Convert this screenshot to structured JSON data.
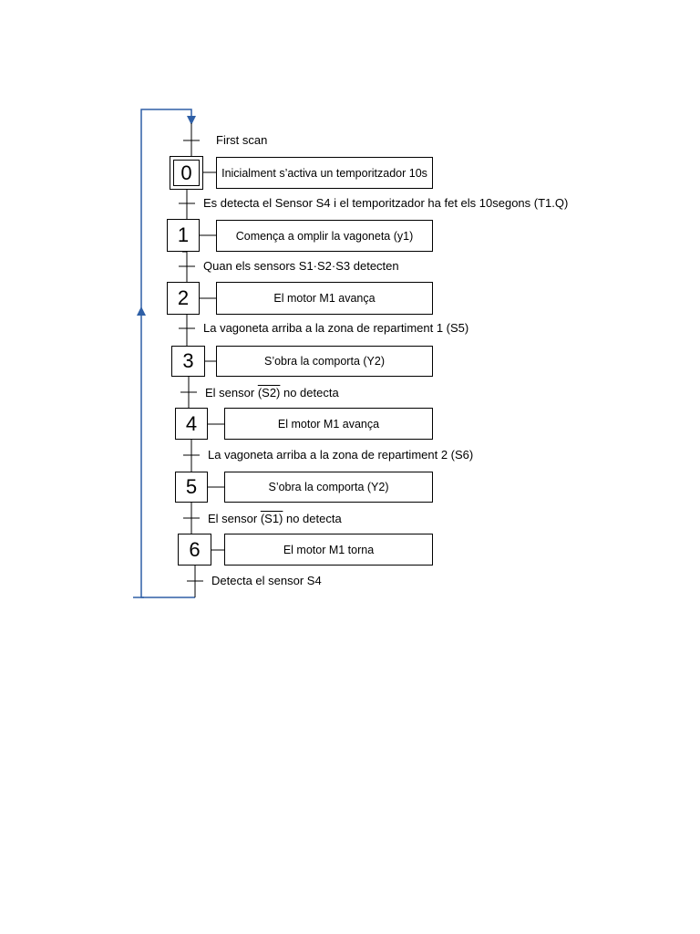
{
  "colors": {
    "loop_line": "#2e5fa6",
    "stroke": "#000000"
  },
  "transitions": {
    "t0": "First scan",
    "t1": "Es detecta el Sensor S4 i el temporitzador ha fet els 10segons (T1.Q)",
    "t2": "Quan els sensors S1·S2·S3 detecten",
    "t3": "La vagoneta arriba a la zona de repartiment 1 (S5)",
    "t4": {
      "prefix": "El sensor ",
      "signal": "(S2)",
      "suffix": " no detecta"
    },
    "t5": "La vagoneta arriba a la zona de repartiment 2 (S6)",
    "t6": {
      "prefix": "El sensor ",
      "signal": "(S1)",
      "suffix": " no detecta"
    },
    "t7": "Detecta el sensor S4"
  },
  "steps": [
    {
      "number": "0",
      "action": "Inicialment s’activa un temporitzador 10s"
    },
    {
      "number": "1",
      "action": "Comença a omplir la vagoneta (y1)"
    },
    {
      "number": "2",
      "action": "El motor M1 avança"
    },
    {
      "number": "3",
      "action": "S’obra la comporta (Y2)"
    },
    {
      "number": "4",
      "action": "El motor M1 avança"
    },
    {
      "number": "5",
      "action": "S’obra la comporta (Y2)"
    },
    {
      "number": "6",
      "action": "El motor M1 torna"
    }
  ]
}
